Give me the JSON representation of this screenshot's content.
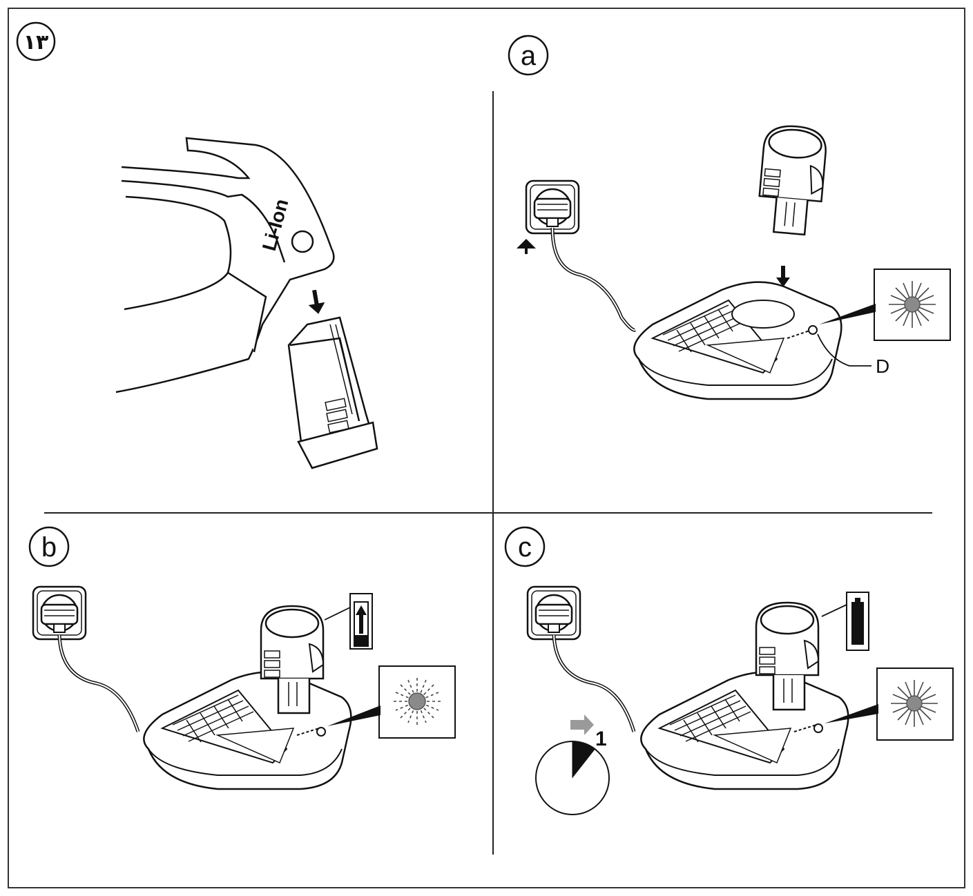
{
  "figure": {
    "number": "١٣",
    "panels": {
      "a": {
        "label": "a",
        "callout": "D"
      },
      "b": {
        "label": "b"
      },
      "c": {
        "label": "c",
        "timer_value": "1"
      }
    },
    "tool_text": "Li-Ion",
    "icons": {
      "led_indicator_a": "led-blinking-icon",
      "led_indicator_b": "led-flashing-dashed-icon",
      "led_indicator_c": "led-blinking-icon",
      "battery_b": "battery-charging-icon",
      "battery_c": "battery-full-icon",
      "timer": "clock-one-hour-icon"
    },
    "colors": {
      "ink": "#111111",
      "led": "#8a8a8a",
      "arrow_grey": "#9a9a9a"
    }
  }
}
